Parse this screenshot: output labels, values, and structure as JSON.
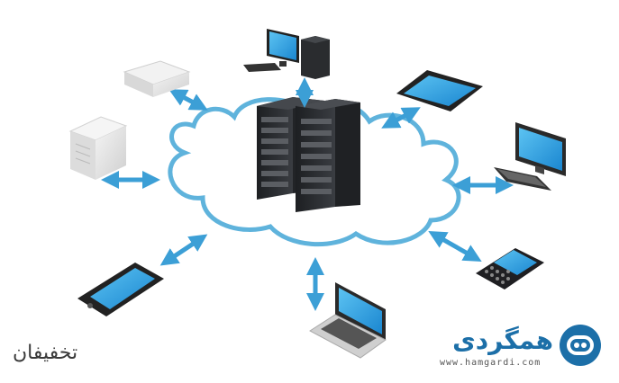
{
  "watermark_left": "تخفیفان",
  "logo": {
    "name": "همگردی",
    "url": "www.hamgardi.com",
    "color": "#1c6fa8"
  },
  "colors": {
    "cloud_stroke": "#5fb3dc",
    "arrow": "#3c9fd6",
    "screen": "#2f9fe0",
    "server": "#2b2d30"
  }
}
